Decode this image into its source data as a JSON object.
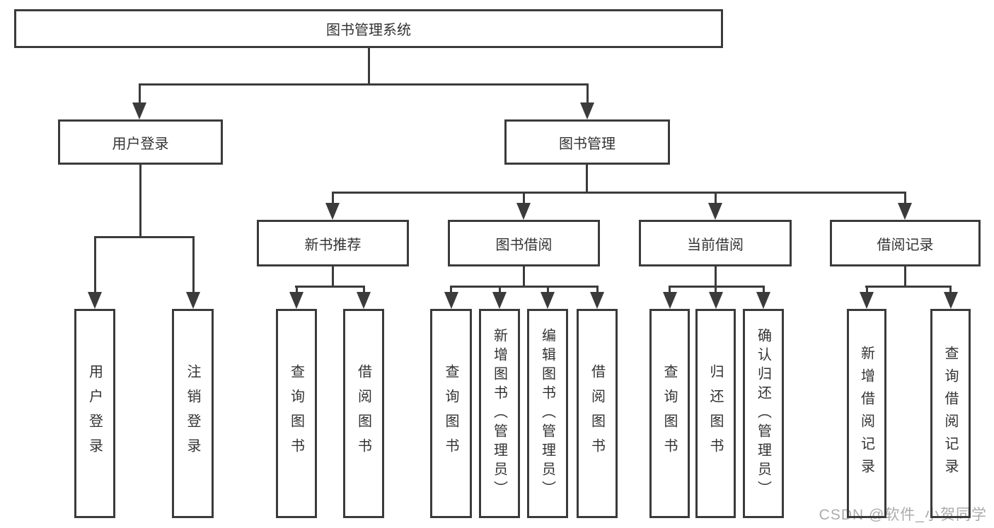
{
  "diagram": {
    "root": {
      "label": "图书管理系统"
    },
    "user_login": {
      "label": "用户登录",
      "children": [
        {
          "label": "用户登录"
        },
        {
          "label": "注销登录"
        }
      ]
    },
    "book_management": {
      "label": "图书管理",
      "sections": [
        {
          "label": "新书推荐",
          "children": [
            {
              "label": "查询图书"
            },
            {
              "label": "借阅图书"
            }
          ]
        },
        {
          "label": "图书借阅",
          "children": [
            {
              "label": "查询图书"
            },
            {
              "label": "新增图书（管理员）"
            },
            {
              "label": "编辑图书（管理员）"
            },
            {
              "label": "借阅图书"
            }
          ]
        },
        {
          "label": "当前借阅",
          "children": [
            {
              "label": "查询图书"
            },
            {
              "label": "归还图书"
            },
            {
              "label": "确认归还（管理员）"
            }
          ]
        },
        {
          "label": "借阅记录",
          "children": [
            {
              "label": "新增借阅记录"
            },
            {
              "label": "查询借阅记录"
            }
          ]
        }
      ]
    }
  },
  "watermark": {
    "text": "CSDN @软件_小贺同学"
  },
  "colors": {
    "line": "#3b3b3b",
    "text": "#333333",
    "background": "#ffffff",
    "watermark": "#a3a3a3"
  }
}
